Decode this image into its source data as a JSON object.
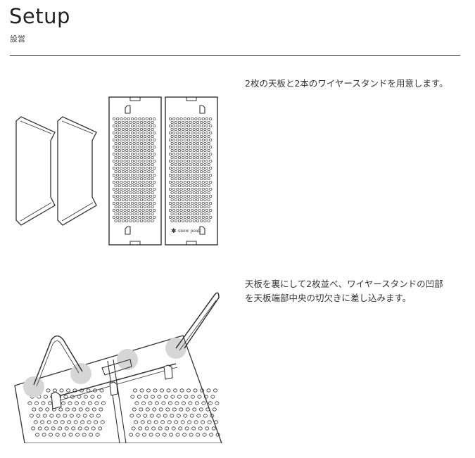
{
  "header": {
    "title": "Setup",
    "subtitle": "設営"
  },
  "steps": [
    {
      "text": "2枚の天板と2本のワイヤースタンドを用意します。"
    },
    {
      "line1": "天板を裏にして2枚並べ、ワイヤースタンドの凹部",
      "line2": "を天板端部中央の切欠きに差し込みます。"
    }
  ],
  "illustration": {
    "logo_text": "snow peak"
  },
  "colors": {
    "text": "#333333",
    "rule": "#333333",
    "highlight": "#d6d6d6"
  }
}
